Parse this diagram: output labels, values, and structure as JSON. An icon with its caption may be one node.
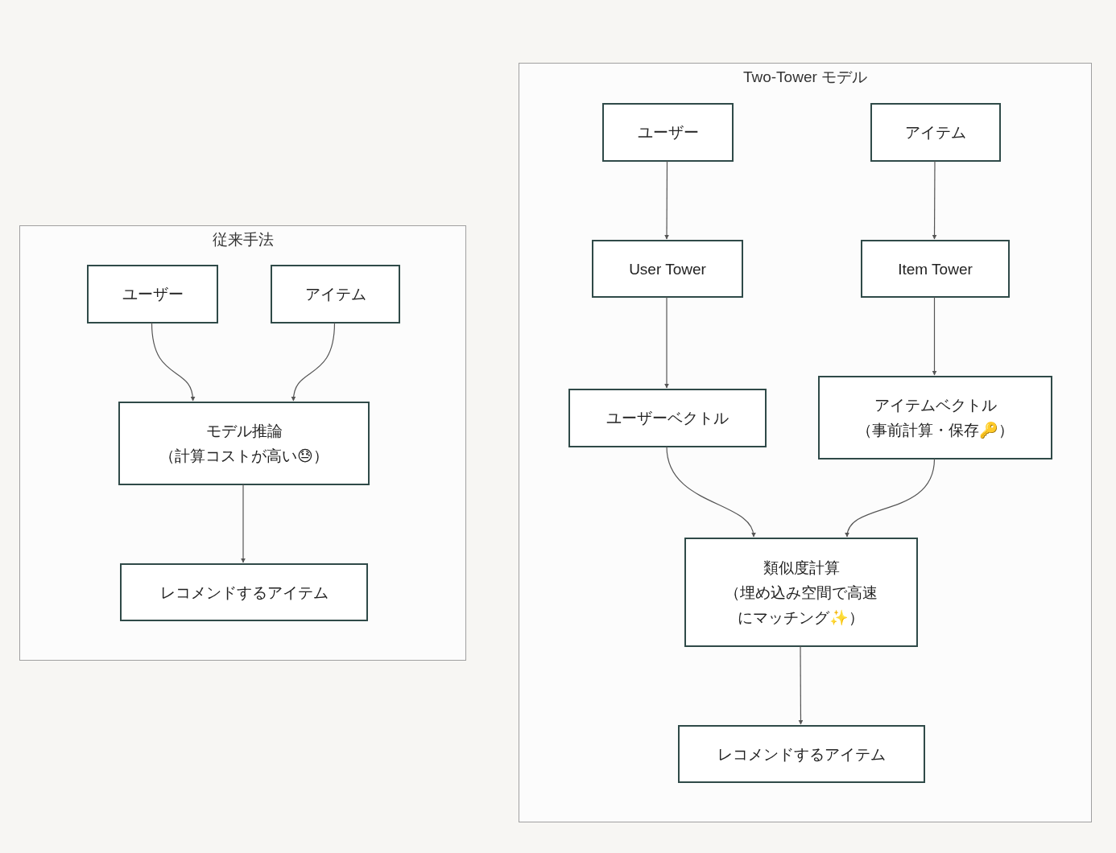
{
  "diagram": {
    "nodes": [
      {
        "text": [
          "従来手法"
        ]
      },
      {
        "text": [
          "ユーザー"
        ],
        "in": 0
      },
      {
        "text": [
          "アイテム"
        ],
        "in": 0
      },
      {
        "text": [
          "モデル推論",
          "（計算コストが高い😓）"
        ],
        "in": 0
      },
      {
        "text": [
          "レコメンドするアイテム"
        ],
        "in": 0
      },
      {
        "text": [
          "Two-Tower モデル"
        ]
      },
      {
        "text": [
          "ユーザー"
        ],
        "in": 5
      },
      {
        "text": [
          "アイテム"
        ],
        "in": 5
      },
      {
        "text": [
          "User Tower"
        ],
        "in": 5
      },
      {
        "text": [
          "Item Tower"
        ],
        "in": 5
      },
      {
        "text": [
          "ユーザーベクトル"
        ],
        "in": 5
      },
      {
        "text": [
          "アイテムベクトル",
          "（事前計算・保存🔑）"
        ],
        "in": 5
      },
      {
        "text": [
          "類似度計算",
          "（埋め込み空間で高速にマッチング✨）"
        ],
        "in": 5
      },
      {
        "text": [
          "レコメンドするアイテム"
        ],
        "in": 5
      }
    ],
    "edges": [
      {
        "from": 1,
        "to": 3,
        "arrow": "to"
      },
      {
        "from": 2,
        "to": 3,
        "arrow": "to"
      },
      {
        "from": 3,
        "to": 4,
        "arrow": "to"
      },
      {
        "from": 6,
        "to": 8,
        "arrow": "to"
      },
      {
        "from": 7,
        "to": 9,
        "arrow": "to"
      },
      {
        "from": 8,
        "to": 10,
        "arrow": "to"
      },
      {
        "from": 9,
        "to": 11,
        "arrow": "to"
      },
      {
        "from": 10,
        "to": 12,
        "arrow": "to"
      },
      {
        "from": 11,
        "to": 12,
        "arrow": "to"
      },
      {
        "from": 12,
        "to": 13,
        "arrow": "to"
      }
    ]
  }
}
